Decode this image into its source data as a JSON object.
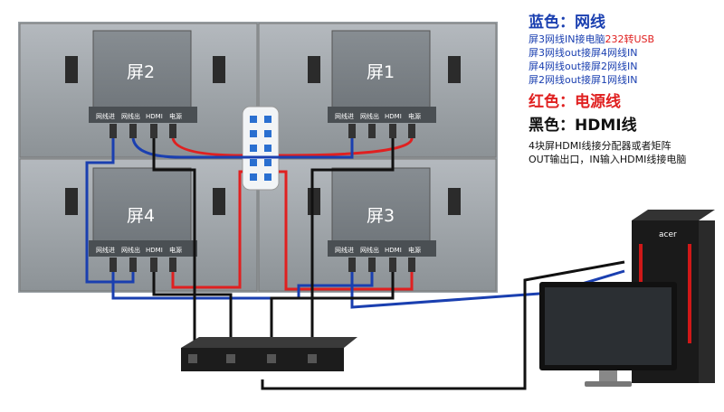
{
  "panels": {
    "top_left": "屏2",
    "top_right": "屏1",
    "bottom_left": "屏4",
    "bottom_right": "屏3"
  },
  "port_labels": [
    "网线进",
    "网线出",
    "HDMI",
    "电源"
  ],
  "legend": {
    "blue_title": "蓝色：网线",
    "blue_lines": [
      {
        "prefix": "屏3网线IN接电脑",
        "highlight": "232转USB"
      },
      {
        "prefix": "屏3网线out接屏4网线IN",
        "highlight": ""
      },
      {
        "prefix": "屏4网线out接屏2网线IN",
        "highlight": ""
      },
      {
        "prefix": "屏2网线out接屏1网线IN",
        "highlight": ""
      }
    ],
    "red_title": "红色：电源线",
    "black_title": "黑色：HDMI线",
    "note_lines": [
      "4块屏HDMI线接分配器或者矩阵",
      "OUT输出口，IN输入HDMI线接电脑"
    ]
  },
  "pc_brand": "acer",
  "colors": {
    "network": "#1a3fb0",
    "power": "#e02020",
    "hdmi": "#111111"
  }
}
